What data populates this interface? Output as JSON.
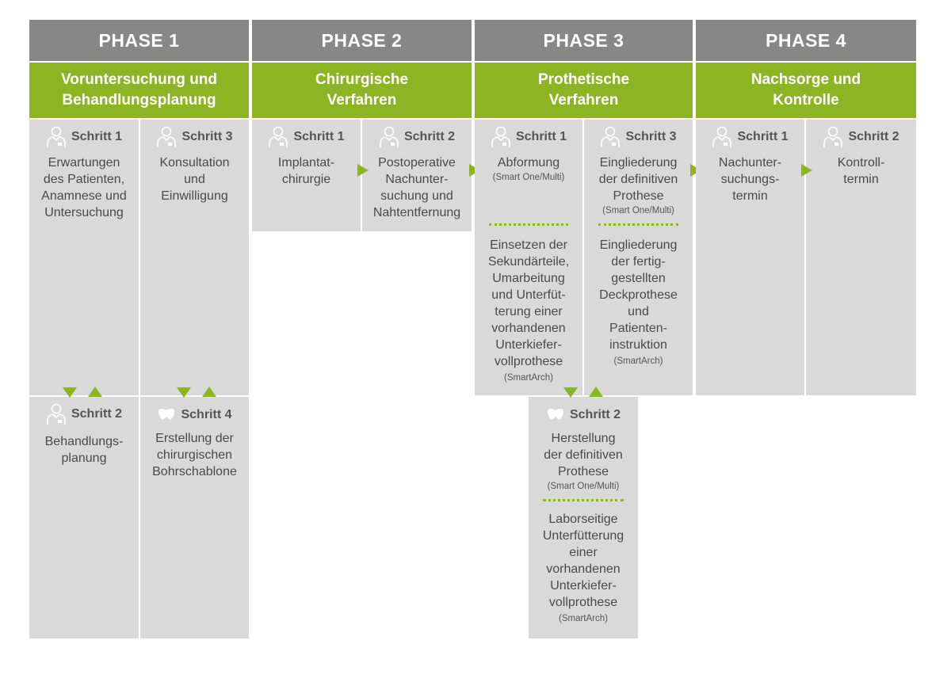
{
  "colors": {
    "header": "#878787",
    "accent": "#8db523",
    "cell": "#d9d9d9",
    "text": "#4a4a4a"
  },
  "phases": [
    {
      "title": "PHASE 1",
      "subtitle": [
        "Voruntersuchung und",
        "Behandlungsplanung"
      ]
    },
    {
      "title": "PHASE 2",
      "subtitle": [
        "Chirurgische",
        "Verfahren"
      ]
    },
    {
      "title": "PHASE 3",
      "subtitle": [
        "Prothetische",
        "Verfahren"
      ]
    },
    {
      "title": "PHASE 4",
      "subtitle": [
        "Nachsorge und",
        "Kontrolle"
      ]
    }
  ],
  "p1": {
    "s1": {
      "label": "Schritt 1",
      "icon": "patient-icon",
      "desc": [
        "Erwartungen",
        "des Patienten,",
        "Anamnese und",
        "Untersuchung"
      ]
    },
    "s3": {
      "label": "Schritt 3",
      "icon": "patient-icon",
      "desc": [
        "Konsultation",
        "und",
        "Einwilligung"
      ]
    },
    "s2": {
      "label": "Schritt 2",
      "icon": "patient-icon",
      "desc": [
        "Behandlungs-",
        "planung"
      ]
    },
    "s4": {
      "label": "Schritt 4",
      "icon": "tooth-icon",
      "desc": [
        "Erstellung der",
        "chirurgischen",
        "Bohrschablone"
      ]
    }
  },
  "p2": {
    "s1": {
      "label": "Schritt 1",
      "icon": "patient-icon",
      "desc": [
        "Implantat-",
        "chirurgie"
      ]
    },
    "s2": {
      "label": "Schritt 2",
      "icon": "patient-icon",
      "desc": [
        "Postoperative",
        "Nachunter-",
        "suchung und",
        "Nahtentfernung"
      ]
    }
  },
  "p3": {
    "s1": {
      "label": "Schritt 1",
      "icon": "patient-icon",
      "desc": [
        "Abformung"
      ],
      "note": "(Smart One/Multi)",
      "desc2": [
        "Einsetzen der",
        "Sekundärteile,",
        "Umarbeitung",
        "und Unterfüt-",
        "terung einer",
        "vorhandenen",
        "Unterkiefer-",
        "vollprothese"
      ],
      "note2": "(SmartArch)"
    },
    "s3": {
      "label": "Schritt 3",
      "icon": "patient-icon",
      "desc": [
        "Eingliederung",
        "der definitiven",
        "Prothese"
      ],
      "note": "(Smart One/Multi)",
      "desc2": [
        "Eingliederung",
        "der fertig-",
        "gestellten",
        "Deckprothese",
        "und",
        "Patienten-",
        "instruktion"
      ],
      "note2": "(SmartArch)"
    },
    "s2": {
      "label": "Schritt 2",
      "icon": "tooth-icon",
      "desc": [
        "Herstellung",
        "der definitiven",
        "Prothese"
      ],
      "note": "(Smart One/Multi)",
      "desc2": [
        "Laborseitige",
        "Unterfütterung",
        "einer",
        "vorhandenen",
        "Unterkiefer-",
        "vollprothese"
      ],
      "note2": "(SmartArch)"
    }
  },
  "p4": {
    "s1": {
      "label": "Schritt 1",
      "icon": "patient-icon",
      "desc": [
        "Nachunter-",
        "suchungs-",
        "termin"
      ]
    },
    "s2": {
      "label": "Schritt 2",
      "icon": "patient-icon",
      "desc": [
        "Kontroll-",
        "termin"
      ]
    }
  }
}
